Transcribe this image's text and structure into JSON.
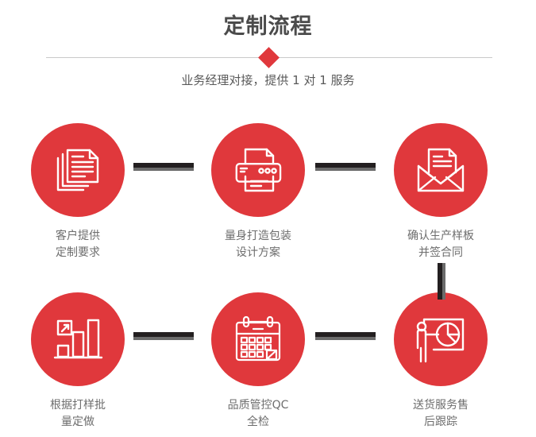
{
  "header": {
    "title": "定制流程",
    "subtitle": "业务经理对接，提供 1 对 1 服务",
    "divider_icon": "diamond-icon"
  },
  "theme": {
    "accent_red": "#e0383c",
    "title_gray": "#4b4b4b",
    "label_gray": "#6d6d6d",
    "connector_dark": "#231f20",
    "connector_shadow": "#6b6b6b",
    "divider_line": "#c9c9c9"
  },
  "flow": {
    "steps": [
      {
        "index": "1",
        "icon": "documents-stack-icon",
        "label": "客户提供\n定制要求"
      },
      {
        "index": "2",
        "icon": "printer-icon",
        "label": "量身打造包装\n设计方案"
      },
      {
        "index": "3",
        "icon": "envelope-document-icon",
        "label": "确认生产样板\n并签合同"
      },
      {
        "index": "4",
        "icon": "bar-chart-growth-icon",
        "label": "根据打样批\n量定做"
      },
      {
        "index": "5",
        "icon": "calendar-icon",
        "label": "品质管控QC\n全检"
      },
      {
        "index": "6",
        "icon": "presentation-pie-chart-icon",
        "label": "送货服务售\n后跟踪"
      }
    ],
    "connectors": [
      {
        "name": "connector-step1-step2",
        "orientation": "horizontal"
      },
      {
        "name": "connector-step2-step3",
        "orientation": "horizontal"
      },
      {
        "name": "connector-step3-step6",
        "orientation": "vertical"
      },
      {
        "name": "connector-step4-step5",
        "orientation": "horizontal"
      },
      {
        "name": "connector-step5-step6",
        "orientation": "horizontal"
      }
    ]
  }
}
